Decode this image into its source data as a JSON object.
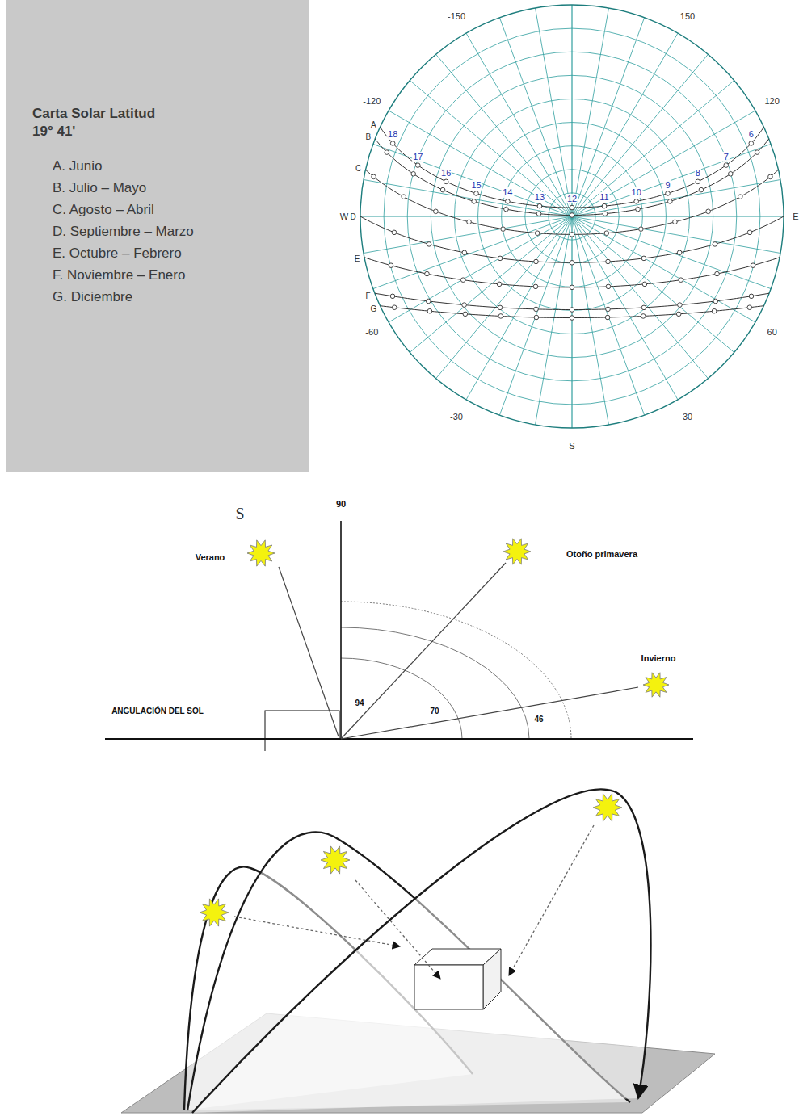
{
  "diagram": {
    "nodes": [
      {
        "text": [
          "Carta Solar Latitud 19° 41'",
          "A. Junio",
          "B. Julio – Mayo",
          "C. Agosto – Abril",
          "D. Septiembre – Marzo",
          "E. Octubre – Febrero",
          "F. Noviembre – Enero",
          "G. Diciembre"
        ]
      }
    ],
    "labels": [
      "-150",
      "150",
      "-120",
      "120",
      "W",
      "E",
      "-60",
      "60",
      "-30",
      "30",
      "S",
      "A",
      "B",
      "C",
      "D",
      "E",
      "F",
      "G",
      "18",
      "17",
      "16",
      "15",
      "14",
      "13",
      "12",
      "11",
      "10",
      "9",
      "8",
      "7",
      "6",
      "S",
      "90",
      "Verano",
      "Otoño primavera",
      "Invierno",
      "94",
      "70",
      "46",
      "ANGULACIÓN DEL SOL"
    ]
  }
}
